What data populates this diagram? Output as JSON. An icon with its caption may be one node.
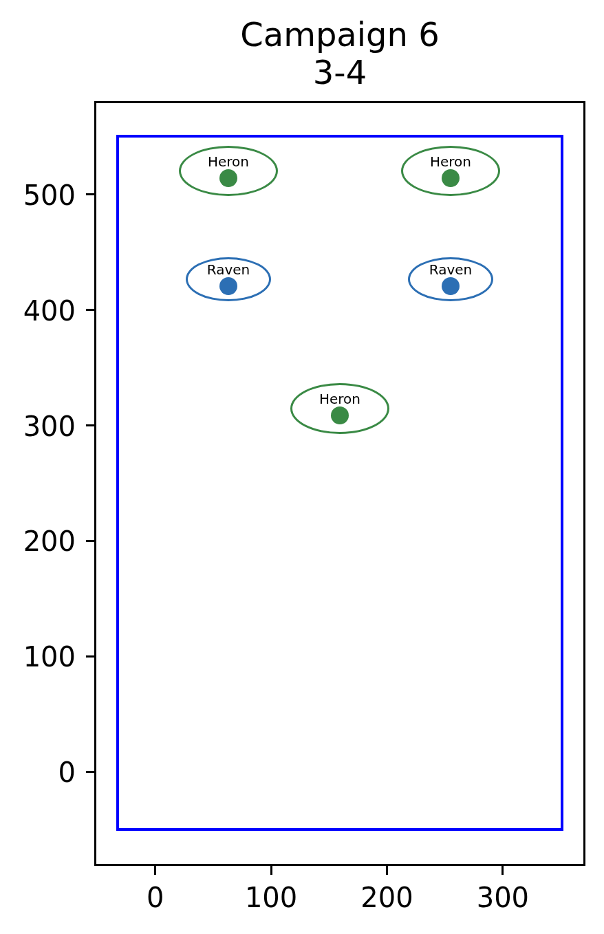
{
  "diagram": {
    "title": "Campaign 6 3-4",
    "nodes": [
      {
        "text": [],
        "shape": "box"
      },
      {
        "text": [
          "Heron"
        ],
        "in": 0
      },
      {
        "text": [
          "Heron"
        ],
        "in": 0
      },
      {
        "text": [
          "Raven"
        ],
        "in": 0
      },
      {
        "text": [
          "Raven"
        ],
        "in": 0
      },
      {
        "text": [
          "Heron"
        ],
        "in": 0
      }
    ],
    "labels": [
      "500",
      "400",
      "300",
      "200",
      "100",
      "0",
      "0",
      "100",
      "200",
      "300"
    ]
  }
}
